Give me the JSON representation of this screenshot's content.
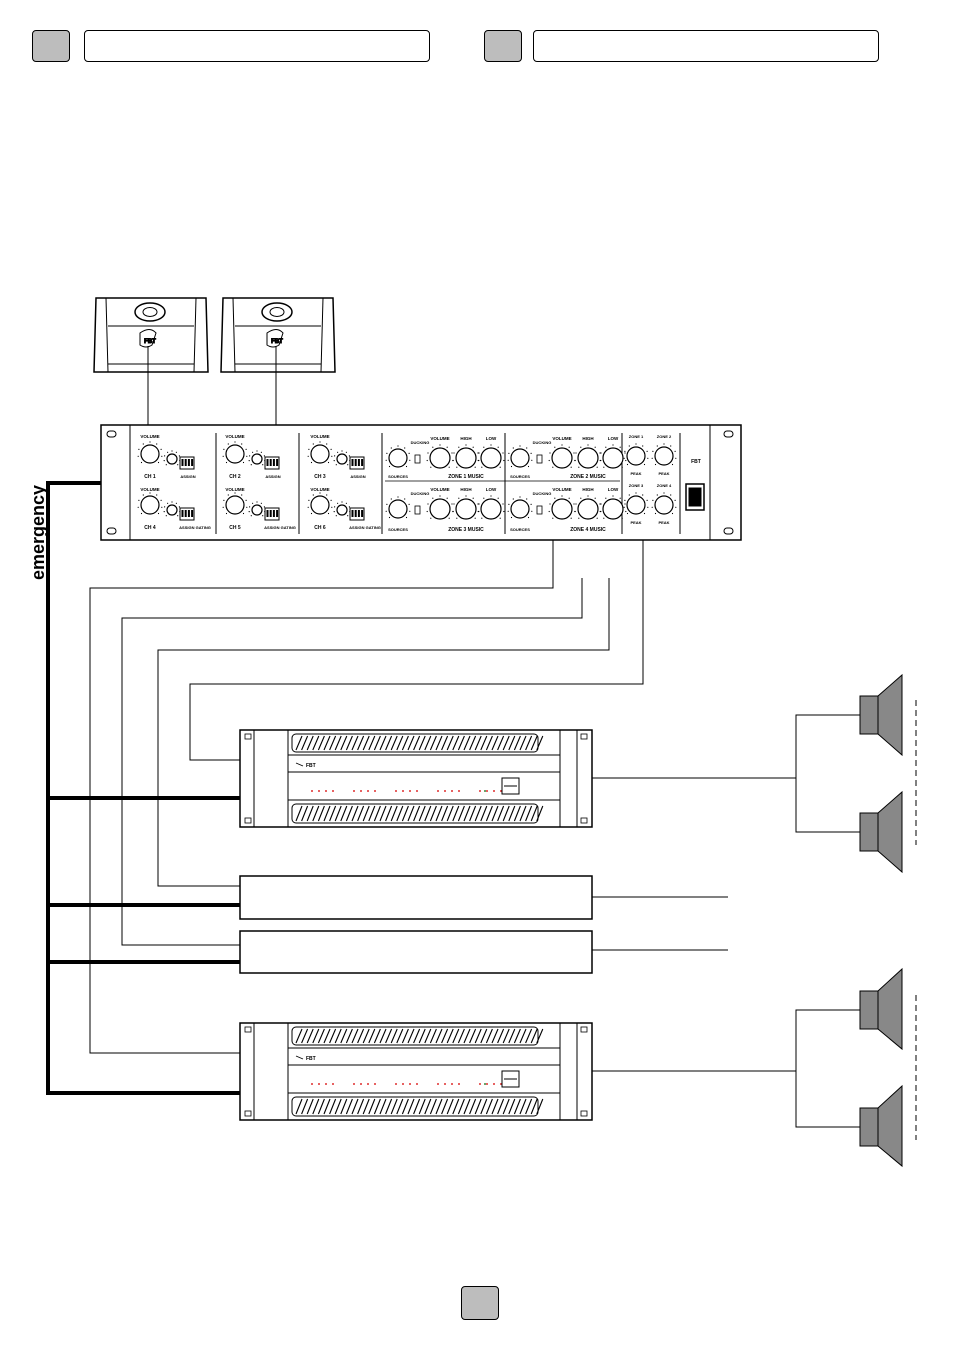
{
  "diagram": {
    "emergency_label": "emergency",
    "logo_text": "FBT",
    "mixer": {
      "channels": [
        {
          "volume": "VOLUME",
          "ch": "CH 1",
          "assign": "ASSIGN"
        },
        {
          "volume": "VOLUME",
          "ch": "CH 2",
          "assign": "ASSIGN"
        },
        {
          "volume": "VOLUME",
          "ch": "CH 3",
          "assign": "ASSIGN"
        }
      ],
      "channels_bottom": [
        {
          "volume": "VOLUME",
          "ch": "CH 4",
          "assign": "ASSIGN GATING"
        },
        {
          "volume": "VOLUME",
          "ch": "CH 5",
          "assign": "ASSIGN GATING"
        },
        {
          "volume": "VOLUME",
          "ch": "CH 6",
          "assign": "ASSIGN GATING"
        }
      ],
      "zone_labels": [
        "ZONE 1 MUSIC",
        "ZONE 2 MUSIC",
        "ZONE 3 MUSIC",
        "ZONE 4 MUSIC"
      ],
      "knob_labels": [
        "VOLUME",
        "HIGH",
        "LOW"
      ],
      "sources_label": "SOURCES",
      "ducking_label": "DUCKING",
      "zone_outs": [
        "ZONE 1",
        "ZONE 2",
        "ZONE 3",
        "ZONE 4"
      ],
      "peak_label": "PEAK"
    },
    "colors": {
      "tab": "#bdbdbd",
      "speaker": "#888888",
      "led": "#e03030"
    }
  }
}
